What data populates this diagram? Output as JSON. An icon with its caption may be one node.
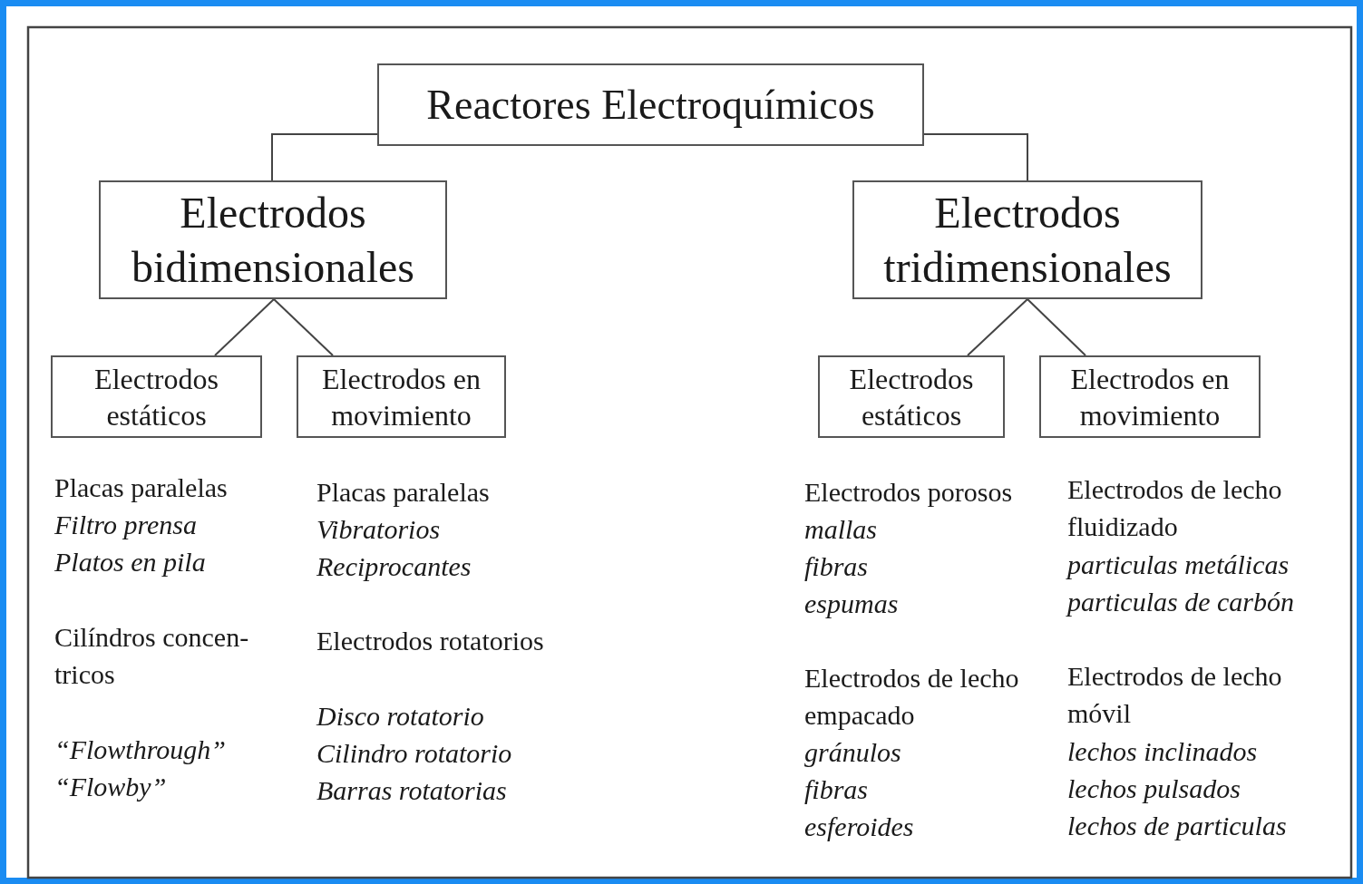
{
  "diagram": {
    "nodes": [
      {
        "text": [
          "Reactores Electroquímicos"
        ]
      },
      {
        "text": [
          "Electrodos bidimensionales"
        ]
      },
      {
        "text": [
          "Electrodos tridimensionales"
        ]
      },
      {
        "text": [
          "Electrodos estáticos"
        ]
      },
      {
        "text": [
          "Electrodos en movimiento"
        ]
      },
      {
        "text": [
          "Electrodos estáticos"
        ]
      },
      {
        "text": [
          "Electrodos en movimiento"
        ]
      }
    ],
    "edges": [
      {
        "from": 0,
        "to": 1,
        "arrow": "none"
      },
      {
        "from": 0,
        "to": 2,
        "arrow": "none"
      },
      {
        "from": 1,
        "to": 3,
        "arrow": "none"
      },
      {
        "from": 1,
        "to": 4,
        "arrow": "none"
      },
      {
        "from": 2,
        "to": 5,
        "arrow": "none"
      },
      {
        "from": 2,
        "to": 6,
        "arrow": "none"
      }
    ],
    "labels": [
      "Placas paralelas",
      "Filtro prensa",
      "Platos en pila",
      "Cilíndros concen- tricos",
      "“Flowthrough”",
      "“Flowby”",
      "Placas paralelas",
      "Vibratorios",
      "Reciprocantes",
      "Electrodos rotatorios",
      "Disco rotatorio",
      "Cilindro rotatorio",
      "Barras rotatorias",
      "Electrodos porosos",
      "mallas",
      "fibras",
      "espumas",
      "Electrodos de lecho empacado",
      "gránulos",
      "fibras",
      "esferoides",
      "Electrodos de lecho fluidizado",
      "particulas metálicas",
      "particulas de carbón",
      "Electrodos de lecho móvil",
      "lechos inclinados",
      "lechos pulsados",
      "lechos de particulas"
    ]
  }
}
